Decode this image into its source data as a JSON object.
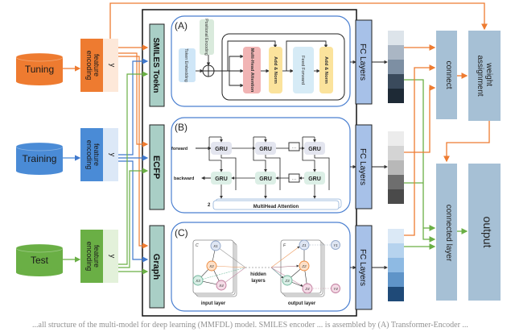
{
  "inputs": [
    {
      "label": "Tuning",
      "color": "#ee7b30",
      "light": "#fde8d9",
      "encoder_label": "feature encoding",
      "y_label": "y"
    },
    {
      "label": "Training",
      "color": "#4a8bd6",
      "light": "#dce8f7",
      "encoder_label": "feature encoding",
      "y_label": "y"
    },
    {
      "label": "Test",
      "color": "#6aaf45",
      "light": "#e3f1da",
      "encoder_label": "feature encoding",
      "y_label": "y"
    }
  ],
  "branches": [
    {
      "label": "SMILES Toekn",
      "panel": "(A)"
    },
    {
      "label": "ECFP",
      "panel": "(B)"
    },
    {
      "label": "Graph",
      "panel": "(C)"
    }
  ],
  "panel_a": {
    "token_embedding": "Token Embedding",
    "positional_encoding": "Positional Encoding",
    "multi_head_attention": "Multi-Head Attention",
    "add_norm_1": "Add & Norm",
    "feed_forward": "Feed Forward",
    "add_norm_2": "Add & Norm"
  },
  "panel_b": {
    "forward_label": "forward",
    "backward_label": "backward",
    "gru_label": "GRU",
    "ellipsis": "···",
    "attention_label": "MultiHead Attention",
    "attention_count": "2"
  },
  "panel_c": {
    "input_corner": "C",
    "output_corner": "F",
    "input_nodes": [
      "X1",
      "X2",
      "X3",
      "X4"
    ],
    "output_nodes": [
      "Z1",
      "Z2",
      "Z3",
      "Z4"
    ],
    "targets": [
      "Y1",
      "Y4"
    ],
    "hidden_label_1": "hidden",
    "hidden_label_2": "layers",
    "input_layer_label": "input layer",
    "output_layer_label": "output layer"
  },
  "fc_label": "FC Layers",
  "vectors": [
    [
      "#dde4ea",
      "#aab6c4",
      "#7d8fa3",
      "#3a4a5c",
      "#1e2a36"
    ],
    [
      "#ececec",
      "#d4d4d4",
      "#b8b8b8",
      "#6e6e6e",
      "#4a4a4a"
    ],
    [
      "#dbe9f6",
      "#b6d3ee",
      "#8ebae3",
      "#5f94c8",
      "#1f4a78"
    ]
  ],
  "right": {
    "connect": "connect",
    "weight_assignment_1": "weight",
    "weight_assignment_2": "assignment",
    "connected_layer": "connected layer",
    "output": "output"
  },
  "colors": {
    "orange": "#ee7b30",
    "blue": "#3f78cc",
    "green": "#6aaf45",
    "branch_box": "#a9cfc6",
    "fc_box": "#a7c1e8",
    "right_box": "#a6c0d5",
    "panel_border": "#4a7fd0"
  },
  "caption": "...all structure of the multi-model for deep learning (MMFDL) model. SMILES encoder ... is assembled by (A) Transformer-Encoder ..."
}
